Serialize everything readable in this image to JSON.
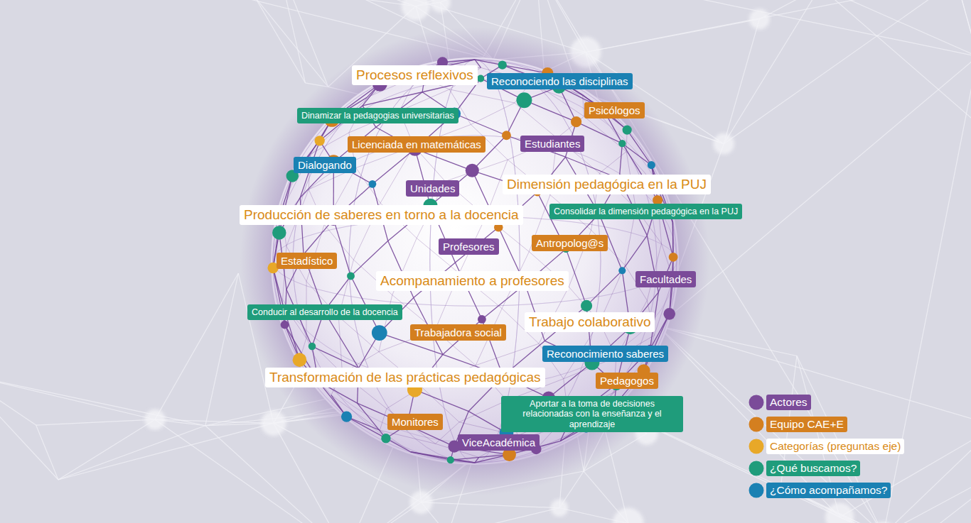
{
  "diagram": {
    "nodes": [
      {
        "text": [
          "Procesos reflexivos"
        ]
      },
      {
        "text": [
          "Reconociendo las disciplinas"
        ]
      },
      {
        "text": [
          "Psicólogos"
        ]
      },
      {
        "text": [
          "Dinamizar la pedagogias universitarias"
        ]
      },
      {
        "text": [
          "Licenciada en matemáticas"
        ]
      },
      {
        "text": [
          "Estudiantes"
        ]
      },
      {
        "text": [
          "Dialogando"
        ]
      },
      {
        "text": [
          "Unidades"
        ]
      },
      {
        "text": [
          "Dimensión pedagógica en la PUJ"
        ]
      },
      {
        "text": [
          "Consolidar la dimensión pedagógica en la PUJ"
        ]
      },
      {
        "text": [
          "Producción de saberes en torno a la docencia"
        ]
      },
      {
        "text": [
          "Estadístico"
        ]
      },
      {
        "text": [
          "Profesores"
        ]
      },
      {
        "text": [
          "Antropolog@s"
        ]
      },
      {
        "text": [
          "Acompanamiento a profesores"
        ]
      },
      {
        "text": [
          "Facultades"
        ]
      },
      {
        "text": [
          "Conducir al desarrollo de la docencia"
        ]
      },
      {
        "text": [
          "Trabajo colaborativo"
        ]
      },
      {
        "text": [
          "Trabajadora social"
        ]
      },
      {
        "text": [
          "Reconocimiento saberes"
        ]
      },
      {
        "text": [
          "Transformación de las prácticas pedagógicas"
        ]
      },
      {
        "text": [
          "Pedagogos"
        ]
      },
      {
        "text": [
          "Aportar a la toma de decisiones relacionadas con la enseñanza y el aprendizaje"
        ]
      },
      {
        "text": [
          "Monitores"
        ]
      },
      {
        "text": [
          "ViceAcadémica"
        ]
      }
    ],
    "legend": [
      {
        "text": "Actores",
        "color": "#7b4b99"
      },
      {
        "text": "Equipo CAE+E",
        "color": "#d47f1f"
      },
      {
        "text": "Categorías (preguntas eje)",
        "color": "#e8a828"
      },
      {
        "text": "¿Qué buscamos?",
        "color": "#1f9c7b"
      },
      {
        "text": "¿Cómo acompañamos?",
        "color": "#1a81b3"
      }
    ]
  }
}
